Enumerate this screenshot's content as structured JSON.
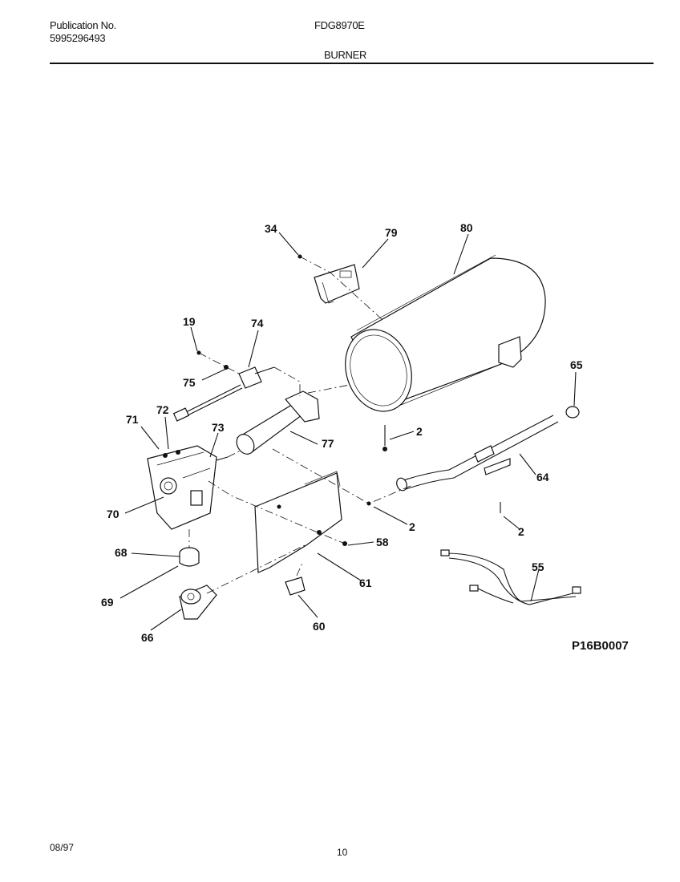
{
  "header": {
    "publication_label": "Publication No.",
    "publication_number": "5995296493",
    "model": "FDG8970E",
    "section": "BURNER"
  },
  "diagram": {
    "callouts": {
      "c34": "34",
      "c79": "79",
      "c80": "80",
      "c19": "19",
      "c74": "74",
      "c75": "75",
      "c65": "65",
      "c71": "71",
      "c72": "72",
      "c73": "73",
      "c2a": "2",
      "c77": "77",
      "c64": "64",
      "c70": "70",
      "c2b": "2",
      "c2c": "2",
      "c58": "58",
      "c68": "68",
      "c61": "61",
      "c55": "55",
      "c69": "69",
      "c60": "60",
      "c66": "66"
    },
    "figure_code": "P16B0007"
  },
  "footer": {
    "date": "08/97",
    "page": "10"
  }
}
